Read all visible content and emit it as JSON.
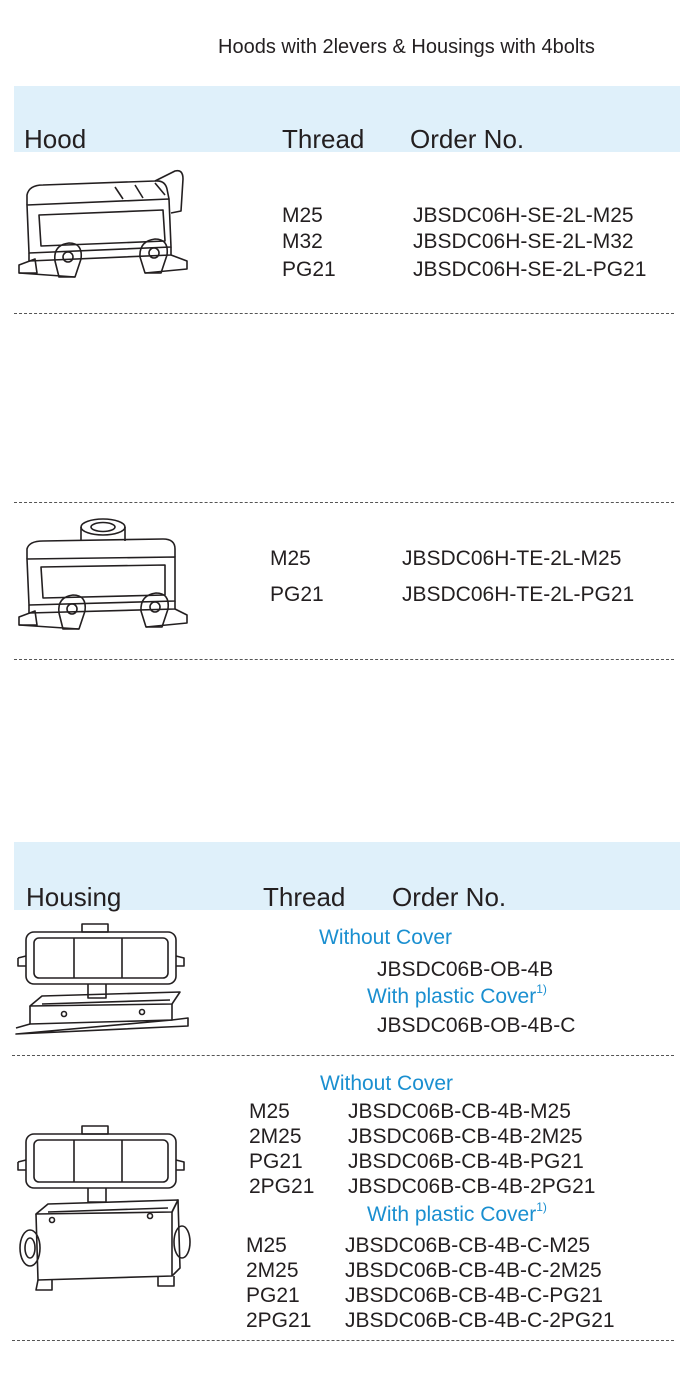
{
  "page_title": "Hoods with 2levers & Housings with 4bolts",
  "hood_table": {
    "headers": {
      "item": "Hood",
      "thread": "Thread",
      "order": "Order No."
    },
    "groups": [
      {
        "rows": [
          {
            "thread": "M25",
            "order": "JBSDC06H-SE-2L-M25"
          },
          {
            "thread": "M32",
            "order": "JBSDC06H-SE-2L-M32"
          },
          {
            "thread": "PG21",
            "order": "JBSDC06H-SE-2L-PG21"
          }
        ]
      },
      {
        "rows": [
          {
            "thread": "M25",
            "order": "JBSDC06H-TE-2L-M25"
          },
          {
            "thread": "PG21",
            "order": "JBSDC06H-TE-2L-PG21"
          }
        ]
      }
    ]
  },
  "housing_table": {
    "headers": {
      "item": "Housing",
      "thread": "Thread",
      "order": "Order No."
    },
    "group1": {
      "without_cover_label": "Without Cover",
      "without_cover_order": "JBSDC06B-OB-4B",
      "with_cover_label": "With plastic Cover",
      "with_cover_note": "1)",
      "with_cover_order": "JBSDC06B-OB-4B-C"
    },
    "group2": {
      "without_cover_label": "Without Cover",
      "without_cover_rows": [
        {
          "thread": "M25",
          "order": "JBSDC06B-CB-4B-M25"
        },
        {
          "thread": "2M25",
          "order": "JBSDC06B-CB-4B-2M25"
        },
        {
          "thread": "PG21",
          "order": "JBSDC06B-CB-4B-PG21"
        },
        {
          "thread": "2PG21",
          "order": "JBSDC06B-CB-4B-2PG21"
        }
      ],
      "with_cover_label": "With plastic Cover",
      "with_cover_note": "1)",
      "with_cover_rows": [
        {
          "thread": "M25",
          "order": "JBSDC06B-CB-4B-C-M25"
        },
        {
          "thread": "2M25",
          "order": "JBSDC06B-CB-4B-C-2M25"
        },
        {
          "thread": "PG21",
          "order": "JBSDC06B-CB-4B-C-PG21"
        },
        {
          "thread": "2PG21",
          "order": "JBSDC06B-CB-4B-C-2PG21"
        }
      ]
    }
  },
  "colors": {
    "band": "#dff0fa",
    "accent_blue": "#1a8fd0",
    "text": "#231f20"
  }
}
